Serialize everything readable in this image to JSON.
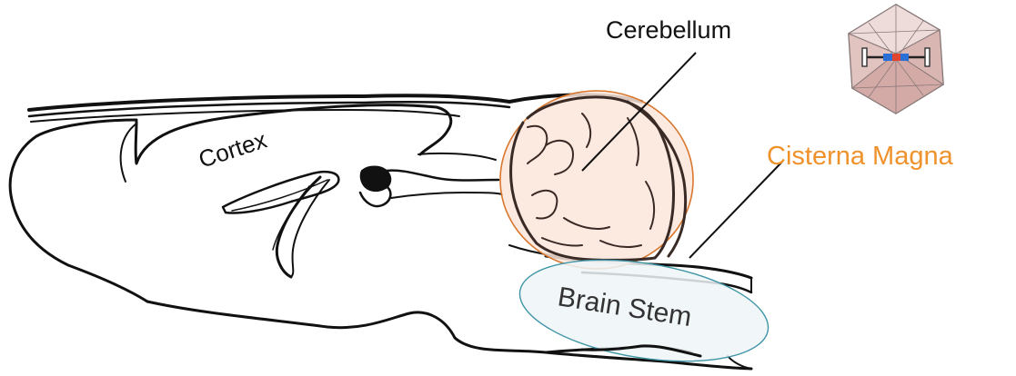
{
  "labels": {
    "cortex": "Cortex",
    "cerebellum": "Cerebellum",
    "cisterna_magna": "Cisterna Magna",
    "brain_stem": "Brain Stem"
  },
  "colors": {
    "outline": "#111111",
    "cerebellum_fill": "#fbe6dc",
    "cerebellum_ring": "#d9772e",
    "cisterna_text": "#f0922b",
    "brain_stem_fill": "#eef5f8",
    "brain_stem_ring": "#3f95a6",
    "brain_stem_text": "#333333",
    "capsid_fill": "#e8c9c6",
    "capsid_edge": "#7a6a6a",
    "cargo_blue": "#2a6fd6",
    "cargo_red": "#e0452f"
  },
  "icons": {
    "capsid": "aav-capsid-icon"
  }
}
